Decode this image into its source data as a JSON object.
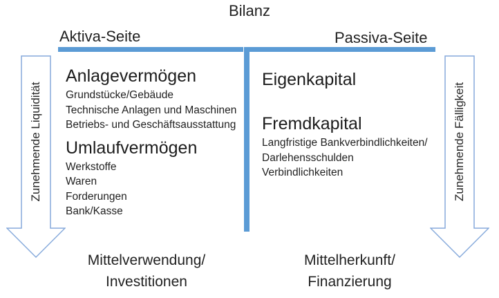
{
  "title": "Bilanz",
  "colors": {
    "divider_blue": "#5B9BD5",
    "arrow_outline_blue": "#85A9DB",
    "text": "#212121"
  },
  "headers": {
    "left": "Aktiva-Seite",
    "right": "Passiva-Seite"
  },
  "left_column": {
    "sections": [
      {
        "heading": "Anlagevermögen",
        "items": [
          "Grundstücke/Gebäude",
          "Technische Anlagen und Maschinen",
          "Betriebs- und Geschäftsausstattung"
        ]
      },
      {
        "heading": "Umlaufvermögen",
        "items": [
          "Werkstoffe",
          "Waren",
          "Forderungen",
          "Bank/Kasse"
        ]
      }
    ],
    "arrow_label": "Zunehmende Liquidität",
    "footer_line1": "Mittelverwendung/",
    "footer_line2": "Investitionen"
  },
  "right_column": {
    "sections": [
      {
        "heading": "Eigenkapital",
        "items": []
      },
      {
        "heading": "Fremdkapital",
        "items": [
          "Langfristige Bankverbindlichkeiten/",
          "Darlehensschulden",
          "Verbindlichkeiten"
        ]
      }
    ],
    "arrow_label": "Zunehmende Fälligkeit",
    "footer_line1": "Mittelherkunft/",
    "footer_line2": "Finanzierung"
  }
}
